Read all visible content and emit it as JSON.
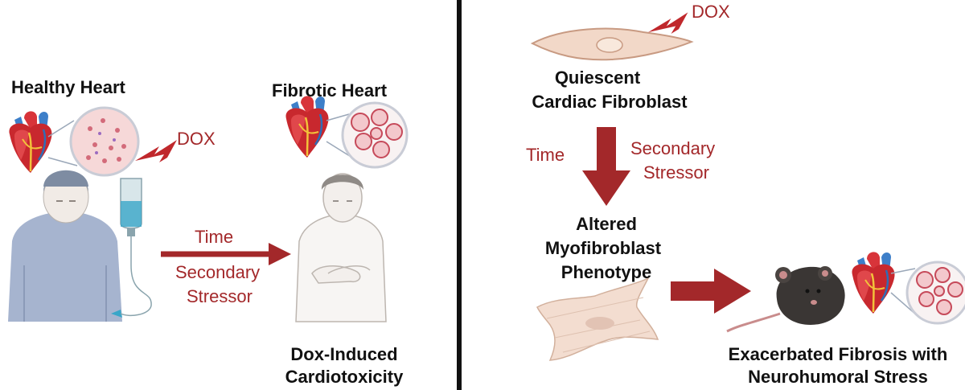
{
  "colors": {
    "accent_red": "#a3282a",
    "divider": "#111111",
    "text": "#111111"
  },
  "left_panel": {
    "healthy_heart_label": "Healthy Heart",
    "fibrotic_heart_label": "Fibrotic Heart",
    "dox_label": "DOX",
    "time_label": "Time",
    "secondary_label": "Secondary",
    "stressor_label": "Stressor",
    "outcome_line1": "Dox-Induced",
    "outcome_line2": "Cardiotoxicity"
  },
  "right_panel": {
    "dox_label": "DOX",
    "quiescent_line1": "Quiescent",
    "quiescent_line2": "Cardiac Fibroblast",
    "time_label": "Time",
    "secondary_label": "Secondary",
    "stressor_label": "Stressor",
    "altered_line1": "Altered",
    "altered_line2": "Myofibroblast",
    "altered_line3": "Phenotype",
    "outcome_line1": "Exacerbated Fibrosis with",
    "outcome_line2": "Neurohumoral Stress"
  },
  "icons": [
    "heart-icon",
    "healthy-tissue-icon",
    "fibrotic-tissue-icon",
    "lightning-bolt-icon",
    "patient-with-cap-icon",
    "iv-bag-icon",
    "patient-chest-pain-icon",
    "fibroblast-cell-icon",
    "myofibroblast-cell-icon",
    "mouse-icon"
  ]
}
